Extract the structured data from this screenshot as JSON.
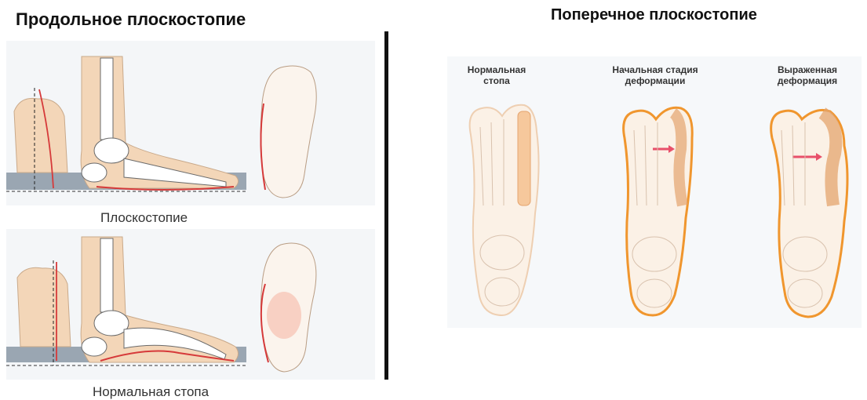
{
  "left": {
    "title": "Продольное плоскостопие",
    "flat_caption": "Плоскостопие",
    "normal_caption": "Нормальная стопа"
  },
  "right": {
    "title": "Поперечное плоскостопие",
    "stages": [
      {
        "line1": "Нормальная",
        "line2": "стопа"
      },
      {
        "line1": "Начальная стадия",
        "line2": "деформации"
      },
      {
        "line1": "Выраженная",
        "line2": "деформация"
      }
    ]
  },
  "colors": {
    "skin": "#f3d6b8",
    "bone": "#ffffff",
    "bone_outline": "#6a6a6a",
    "ground": "#9aa6b2",
    "marker_red": "#d63a3a",
    "deformity_orange": "#f0962e",
    "highlight_bone": "#f6c89c",
    "divider": "#111111"
  },
  "icons": [
    "side-view-foot",
    "heel-view",
    "sole-print",
    "foot-skeleton-top-view",
    "arrow-icon"
  ]
}
